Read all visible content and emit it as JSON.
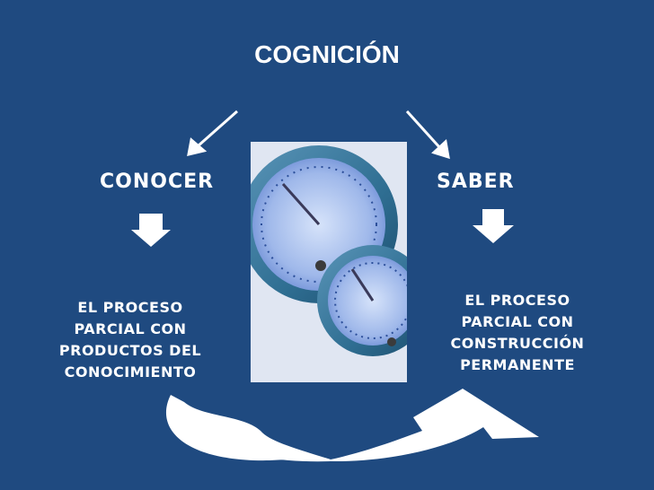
{
  "title": "COGNICIÓN",
  "left": {
    "heading": "CONOCER",
    "lines": [
      "EL PROCESO",
      "PARCIAL CON",
      "PRODUCTOS DEL",
      "CONOCIMIENTO"
    ]
  },
  "right": {
    "heading": "SABER",
    "lines": [
      "EL PROCESO",
      "PARCIAL CON",
      "CONSTRUCCIÓN",
      "PERMANENTE"
    ]
  },
  "image": {
    "icon": "gauges-icon"
  },
  "colors": {
    "background": "#1f4a80",
    "text": "#ffffff",
    "gauge_ring": "#3d7fa3",
    "gauge_face": "#a9bfe8"
  }
}
